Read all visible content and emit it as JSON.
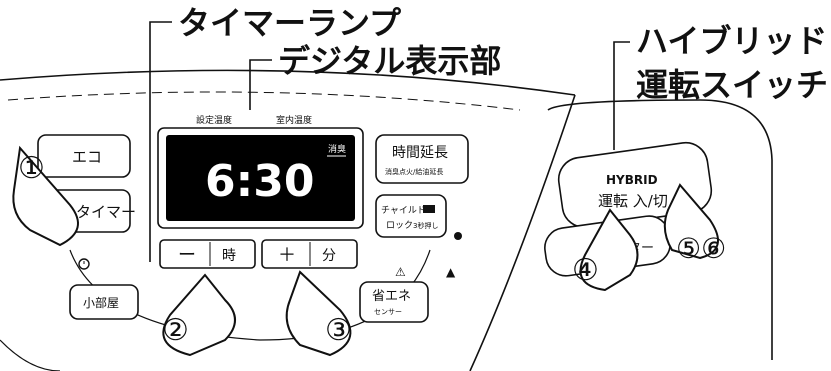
{
  "callouts": {
    "timer_lamp": "タイマーランプ",
    "digital_display": "デジタル表示部",
    "hybrid_line1": "ハイブリッド",
    "hybrid_line2": "運転スイッチ"
  },
  "panel": {
    "set_temp_label": "設定温度",
    "room_temp_label": "室内温度",
    "display_time": "6:30",
    "deodorize_indicator": "消臭",
    "eco_button": "エコ",
    "timer_button": "タイマー",
    "extend_button_main": "時間延長",
    "extend_button_sub": "消臭点火/給油延長",
    "child_lock_main": "チャイルド",
    "child_lock_line2": "ロック",
    "child_lock_sub": "3秒押し",
    "hour_minus_sign": "ー",
    "hour_label": "時",
    "minute_plus_sign": "＋",
    "minute_label": "分",
    "small_room_button": "小部屋",
    "energy_save_main": "省エネ",
    "energy_save_sub": "センサー",
    "hybrid_logo": "HYBRID",
    "hybrid_button_label": "運転 入/切",
    "heater_button_fragment": "ター"
  },
  "steps": {
    "step1": "①",
    "step2": "②",
    "step3": "③",
    "step4": "④",
    "step56": "⑤⑥"
  },
  "colors": {
    "ink": "#111111",
    "display_bg": "#000000",
    "display_text": "#ffffff"
  }
}
